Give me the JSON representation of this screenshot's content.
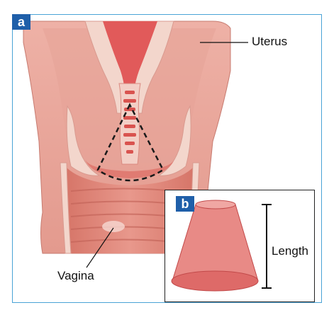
{
  "panels": {
    "a": {
      "badge": "a"
    },
    "b": {
      "badge": "b"
    }
  },
  "labels": {
    "uterus": "Uterus",
    "vagina": "Vagina",
    "length": "Length"
  },
  "colors": {
    "frame_border": "#4aa3d6",
    "badge_bg": "#1f5fa9",
    "tissue_outer": "#e8a49a",
    "tissue_inner": "#d9766c",
    "cavity": "#e15a5a",
    "cone_fill": "#e06a6a"
  }
}
